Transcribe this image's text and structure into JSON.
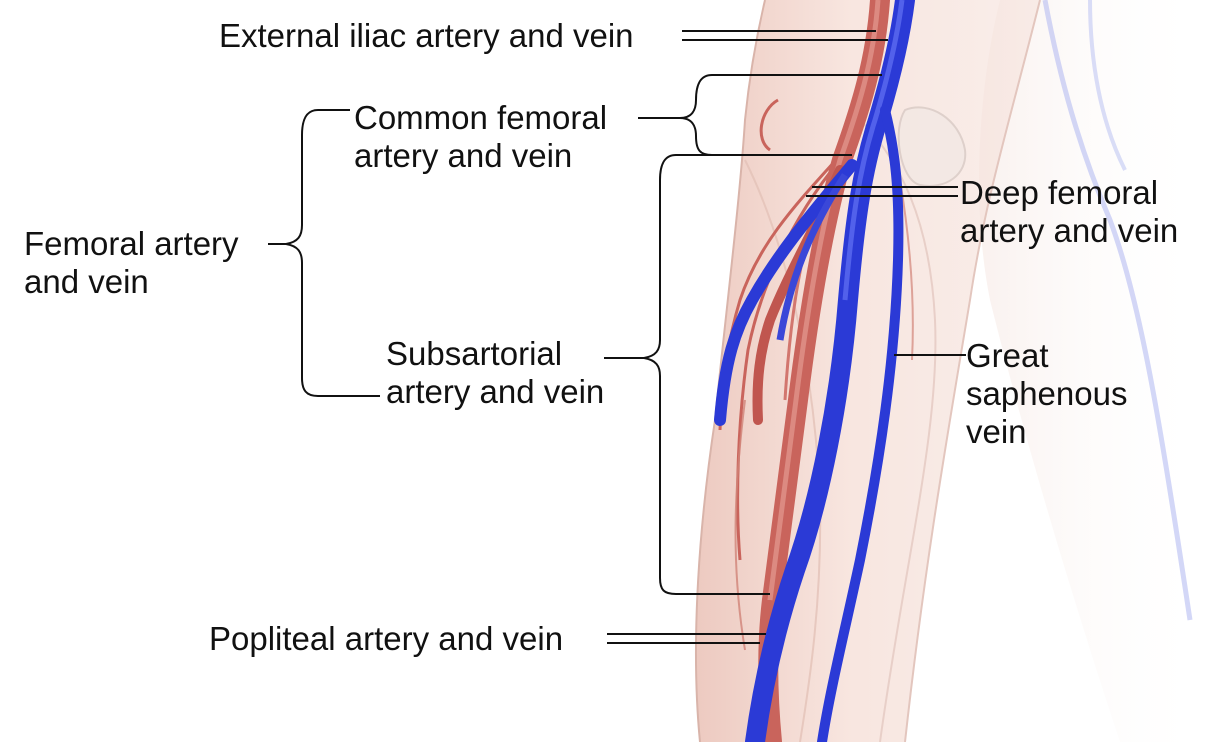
{
  "labels": {
    "external_iliac": "External iliac artery and vein",
    "common_femoral": [
      "Common femoral",
      "artery and vein"
    ],
    "femoral": [
      "Femoral artery",
      "and vein"
    ],
    "deep_femoral": [
      "Deep femoral",
      "artery and vein"
    ],
    "subsartorial": [
      "Subsartorial",
      "artery and vein"
    ],
    "great_saphenous": [
      "Great",
      "saphenous",
      "vein"
    ],
    "popliteal": "Popliteal artery and vein"
  },
  "colors": {
    "artery": "#c9645c",
    "vein": "#2b3ad6",
    "skin": "#f6ded6",
    "leader": "#111111",
    "text": "#111111"
  }
}
